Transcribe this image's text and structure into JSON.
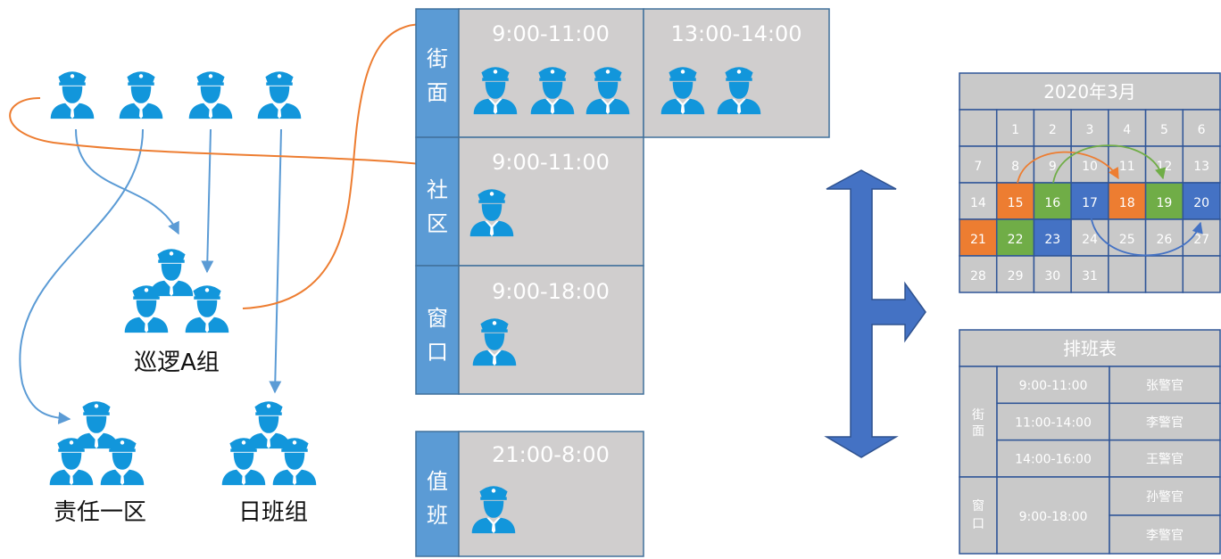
{
  "colors": {
    "officer": "#1296DB",
    "blue_link": "#5B9BD5",
    "orange": "#ED7D31",
    "green": "#70AD47",
    "blue_day": "#4472C4",
    "tab_blue": "#5B9BD5",
    "panel_gray": "#D0CECE",
    "panel_border": "#41719C",
    "calendar_gray": "#C9C9C9",
    "big_arrow": "#4472C4",
    "icon_name": "police-officer-icon"
  },
  "groups": {
    "patrol_a": "巡逻A组",
    "zone_one": "责任一区",
    "day_shift": "日班组"
  },
  "schedule": {
    "street": {
      "tab": "街面",
      "slot1": "9:00-11:00",
      "slot2": "13:00-14:00",
      "officers_slot1": 3,
      "officers_slot2": 2
    },
    "community": {
      "tab": "社区",
      "slot": "9:00-11:00",
      "officers": 1
    },
    "window": {
      "tab": "窗口",
      "slot": "9:00-18:00",
      "officers": 1
    },
    "duty": {
      "tab": "值班",
      "slot": "21:00-8:00",
      "officers": 1
    }
  },
  "calendar": {
    "title": "2020年3月",
    "rows": [
      [
        "",
        "1",
        "2",
        "3",
        "4",
        "5",
        "6"
      ],
      [
        "7",
        "8",
        "9",
        "10",
        "11",
        "12",
        "13"
      ],
      [
        "14",
        "15",
        "16",
        "17",
        "18",
        "19",
        "20"
      ],
      [
        "21",
        "22",
        "23",
        "24",
        "25",
        "26",
        "27"
      ],
      [
        "28",
        "29",
        "30",
        "31",
        "",
        "",
        ""
      ]
    ],
    "highlights": {
      "15": "orange",
      "18": "orange",
      "21": "orange",
      "16": "green",
      "19": "green",
      "22": "green",
      "17": "blue",
      "20": "blue",
      "23": "blue"
    }
  },
  "roster": {
    "title": "排班表",
    "section_street": "街面",
    "section_window": "窗口",
    "street_rows": [
      {
        "time": "9:00-11:00",
        "name": "张警官"
      },
      {
        "time": "11:00-14:00",
        "name": "李警官"
      },
      {
        "time": "14:00-16:00",
        "name": "王警官"
      }
    ],
    "window_time": "9:00-18:00",
    "window_names": [
      "孙警官",
      "李警官"
    ]
  }
}
